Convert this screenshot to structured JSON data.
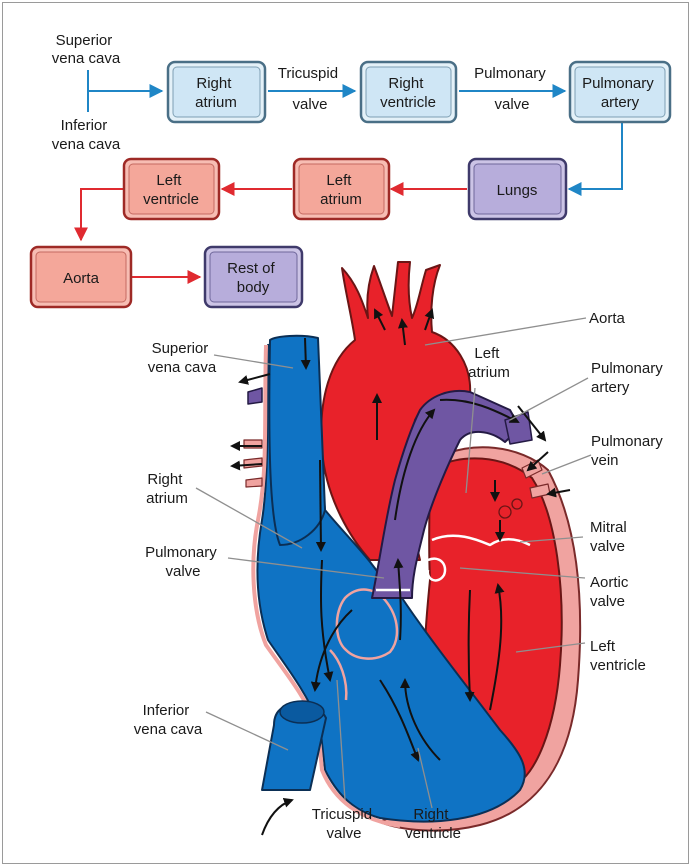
{
  "flowchart": {
    "sources": {
      "superior": [
        "Superior",
        "vena cava"
      ],
      "inferior": [
        "Inferior",
        "vena cava"
      ]
    },
    "nodes": {
      "right_atrium": [
        "Right",
        "atrium"
      ],
      "right_ventricle": [
        "Right",
        "ventricle"
      ],
      "pulmonary_artery": [
        "Pulmonary",
        "artery"
      ],
      "lungs": [
        "Lungs"
      ],
      "left_atrium": [
        "Left",
        "atrium"
      ],
      "left_ventricle": [
        "Left",
        "ventricle"
      ],
      "aorta": [
        "Aorta"
      ],
      "rest_of_body": [
        "Rest of",
        "body"
      ]
    },
    "edge_labels": {
      "tricuspid_valve": [
        "Tricuspid",
        "valve"
      ],
      "pulmonary_valve": [
        "Pulmonary",
        "valve"
      ]
    }
  },
  "heart_labels": {
    "aorta": [
      "Aorta"
    ],
    "superior_vena_cava": [
      "Superior",
      "vena cava"
    ],
    "left_atrium": [
      "Left",
      "atrium"
    ],
    "pulmonary_artery": [
      "Pulmonary",
      "artery"
    ],
    "pulmonary_vein": [
      "Pulmonary",
      "vein"
    ],
    "right_atrium": [
      "Right",
      "atrium"
    ],
    "mitral_valve": [
      "Mitral",
      "valve"
    ],
    "pulmonary_valve": [
      "Pulmonary",
      "valve"
    ],
    "aortic_valve": [
      "Aortic",
      "valve"
    ],
    "left_ventricle": [
      "Left",
      "ventricle"
    ],
    "inferior_vena_cava": [
      "Inferior",
      "vena cava"
    ],
    "tricuspid_valve": [
      "Tricuspid",
      "valve"
    ],
    "right_ventricle": [
      "Right",
      "ventricle"
    ]
  },
  "colors": {
    "deoxygenated_box": "#cfe6f5",
    "deoxygenated_box_border": "#4a6f86",
    "deoxygenated_arrow": "#1f86c6",
    "oxygenated_box": "#f4a79a",
    "oxygenated_box_border": "#9e2a26",
    "oxygenated_arrow": "#e02a30",
    "neutral_box": "#b7addb",
    "neutral_box_border": "#3f3a6b",
    "heart_blue": "#0f73c4",
    "heart_red": "#e8222a",
    "heart_purple": "#6f56a3",
    "heart_wall": "#f0a3a0"
  }
}
